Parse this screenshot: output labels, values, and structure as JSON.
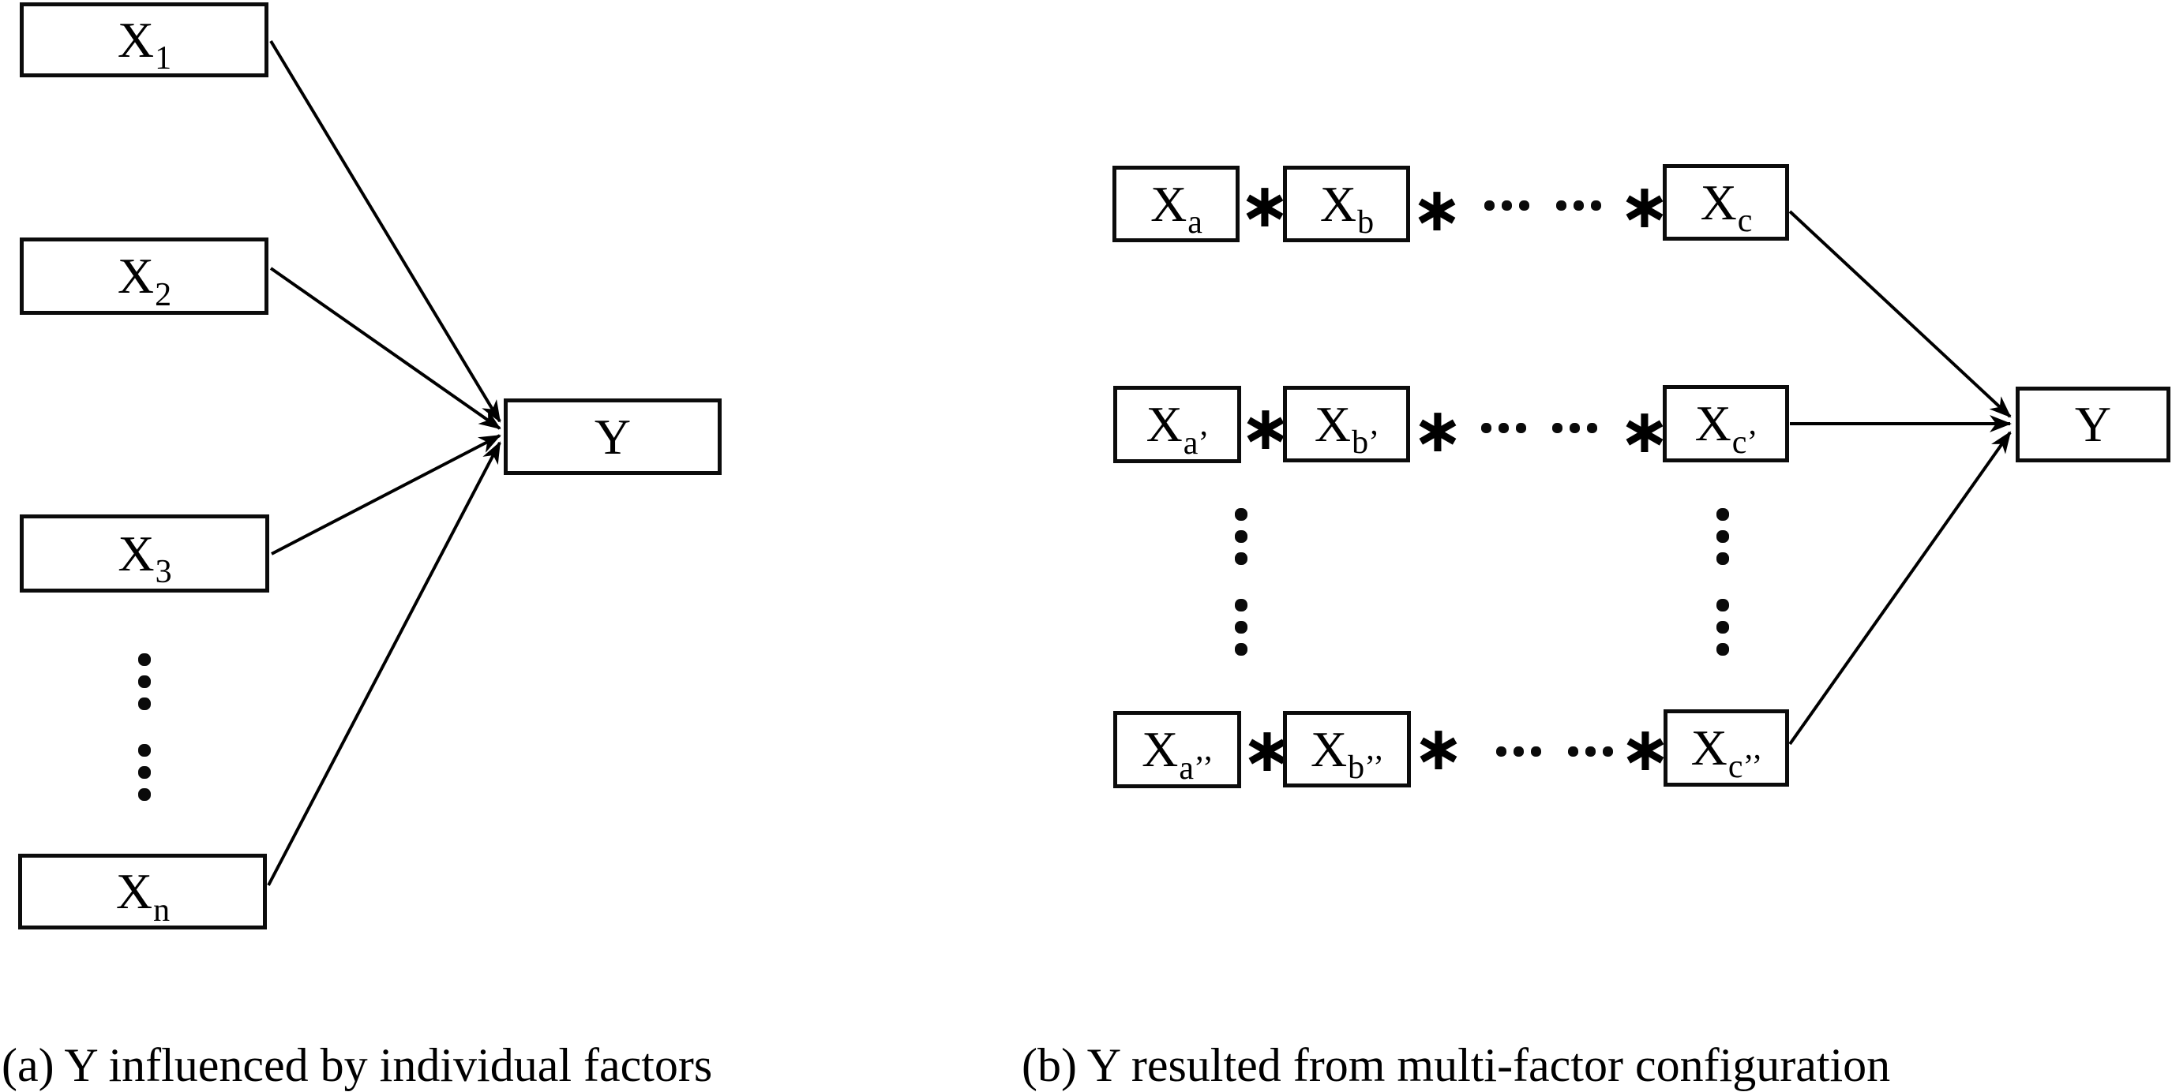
{
  "figure": {
    "background_color": "#ffffff",
    "ink_color": "#000000"
  },
  "panel_a": {
    "caption": "(a) Y influenced by individual factors",
    "boxes": [
      {
        "base": "X",
        "sub": "1"
      },
      {
        "base": "X",
        "sub": "2"
      },
      {
        "base": "X",
        "sub": "3"
      },
      {
        "base": "X",
        "sub": "n"
      }
    ],
    "outcome": {
      "label": "Y"
    }
  },
  "panel_b": {
    "caption": "(b) Y resulted from multi-factor configuration",
    "operator": "∗",
    "rows": [
      {
        "cells": [
          {
            "base": "X",
            "sub": "a"
          },
          {
            "base": "X",
            "sub": "b"
          },
          {
            "base": "X",
            "sub": "c"
          }
        ]
      },
      {
        "cells": [
          {
            "base": "X",
            "sub": "a’"
          },
          {
            "base": "X",
            "sub": "b’"
          },
          {
            "base": "X",
            "sub": "c’"
          }
        ]
      },
      {
        "cells": [
          {
            "base": "X",
            "sub": "a’’"
          },
          {
            "base": "X",
            "sub": "b’’"
          },
          {
            "base": "X",
            "sub": "c’’"
          }
        ]
      }
    ],
    "outcome": {
      "label": "Y"
    }
  }
}
